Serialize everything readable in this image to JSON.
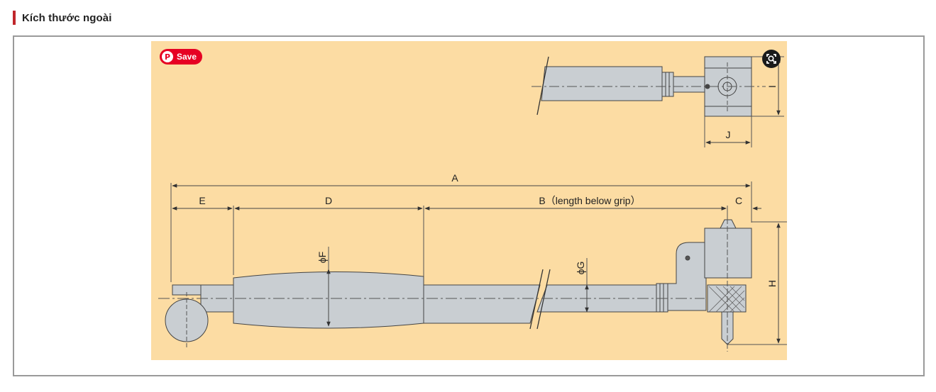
{
  "section": {
    "title": "Kích thước ngoài"
  },
  "overlay": {
    "save_label": "Save",
    "pin_glyph": "P",
    "save_icon": "pinterest-icon",
    "lens_icon": "visual-search-icon"
  },
  "drawing": {
    "labels": {
      "A": "A",
      "B": "B（length below grip）",
      "C": "C",
      "D": "D",
      "E": "E",
      "F": "ϕF",
      "G": "ϕG",
      "H": "H",
      "I": "I",
      "J": "J"
    },
    "colors": {
      "background": "#fcdca3",
      "part": "#c9ced2",
      "line": "#333333",
      "accent": "#c0262b"
    }
  }
}
